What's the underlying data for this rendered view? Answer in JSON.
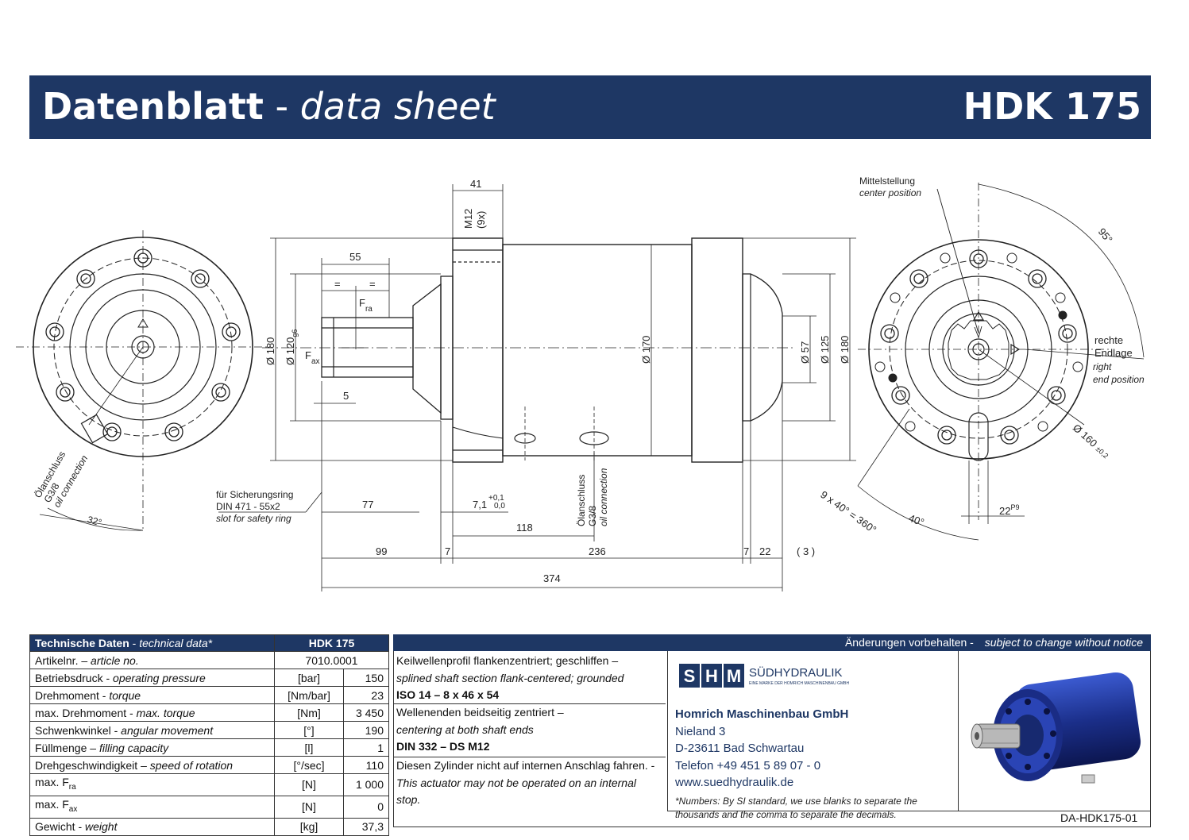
{
  "header": {
    "title_bold": "Datenblatt",
    "title_sep": " - ",
    "title_italic": "data sheet",
    "model": "HDK 175"
  },
  "drawing": {
    "dims": {
      "d41": "41",
      "m12": "M12",
      "m12_sub": "(9x)",
      "d55": "55",
      "eq1": "=",
      "eq2": "=",
      "fra_main": "F",
      "fra_sub": "ra",
      "fax_main": "F",
      "fax_sub": "ax",
      "phi180_left": "Ø 180",
      "phi120": "Ø 120",
      "phi120_tol": "g6",
      "d5": "5",
      "phi170": "Ø 170",
      "phi57": "Ø 57",
      "phi125": "Ø 125",
      "phi180_right": "Ø 180",
      "d77": "77",
      "d71": "7,1",
      "d71_tol_up": "+0,1",
      "d71_tol_lo": "0,0",
      "d118": "118",
      "d99": "99",
      "d7a": "7",
      "d236": "236",
      "d7b": "7",
      "d22": "22",
      "d3": "3",
      "d374": "374",
      "angle32": "32°",
      "angle95": "95°",
      "angle40": "40°",
      "pattern": "9 x 40° = 360°",
      "phi160": "Ø 160",
      "phi160_tol": "±0,2",
      "d22p9": "22",
      "d22p9_tol": "P9"
    },
    "labels": {
      "oil_left_1": "Ölanschluss",
      "oil_left_2": "G3/8",
      "oil_left_3": "oil connection",
      "oil_mid_1": "Ölanschluss",
      "oil_mid_2": "G3/8",
      "oil_mid_3": "oil connection",
      "safety_1": "für Sicherungsring",
      "safety_2": "DIN 471 - 55x2",
      "safety_3": "slot for safety ring",
      "center_1": "Mittelstellung",
      "center_2": "center position",
      "right_1": "rechte",
      "right_2": "Endlage",
      "right_3": "right",
      "right_4": "end position"
    }
  },
  "spec": {
    "head_label": "Technische Daten",
    "head_label_it": "technical data*",
    "head_model": "HDK 175",
    "rows": [
      {
        "de": "Artikelnr. – ",
        "en": "article no.",
        "unit": "7010.0001",
        "val": ""
      },
      {
        "de": "Betriebsdruck - ",
        "en": "operating pressure",
        "unit": "[bar]",
        "val": "150"
      },
      {
        "de": "Drehmoment - ",
        "en": "torque",
        "unit": "[Nm/bar]",
        "val": "23"
      },
      {
        "de": "max. Drehmoment - ",
        "en": "max. torque",
        "unit": "[Nm]",
        "val": "3 450"
      },
      {
        "de": "Schwenkwinkel - ",
        "en": "angular movement",
        "unit": "[°]",
        "val": "190"
      },
      {
        "de": "Füllmenge – ",
        "en": "filling capacity",
        "unit": "[l]",
        "val": "1"
      },
      {
        "de": "Drehgeschwindigkeit – ",
        "en": "speed of rotation",
        "unit": "[°/sec]",
        "val": "110"
      },
      {
        "de": "max. F",
        "sub": "ra",
        "en": "",
        "unit": "[N]",
        "val": "1 000"
      },
      {
        "de": "max. F",
        "sub": "ax",
        "en": "",
        "unit": "[N]",
        "val": "0"
      },
      {
        "de": "Gewicht - ",
        "en": "weight",
        "unit": "[kg]",
        "val": "37,3"
      }
    ]
  },
  "notes": {
    "head": "Änderungen vorbehalten - ",
    "head_it": "subject to change without notice",
    "n1_de": "Keilwellenprofil flankenzentriert; geschliffen –",
    "n1_en": "splined shaft section flank-centered; grounded",
    "n1_std": "ISO 14 – 8 x 46 x 54",
    "n2_de": "Wellenenden beidseitig zentriert –",
    "n2_en": "centering at both shaft ends",
    "n2_std": "DIN 332 – DS M12",
    "n3_de": "Diesen Zylinder nicht auf internen Anschlag fahren. -",
    "n3_en": "This actuator may not be operated on an internal stop."
  },
  "company": {
    "logo_text": "SÜDHYDRAULIK",
    "logo_sub": "EINE MARKE DER HOMRICH MASCHINENBAU GMBH",
    "name": "Homrich Maschinenbau GmbH",
    "street": "Nieland 3",
    "city": "D-23611 Bad Schwartau",
    "phone": "Telefon +49 451 5 89 07 - 0",
    "web": "www.suedhydraulik.de",
    "footnote": "*Numbers: By SI standard, we use blanks to separate the thousands and the comma to separate the decimals.",
    "doc_id": "DA-HDK175-01"
  },
  "colors": {
    "brand": "#1e3764",
    "motor": "#1b2f8a"
  }
}
